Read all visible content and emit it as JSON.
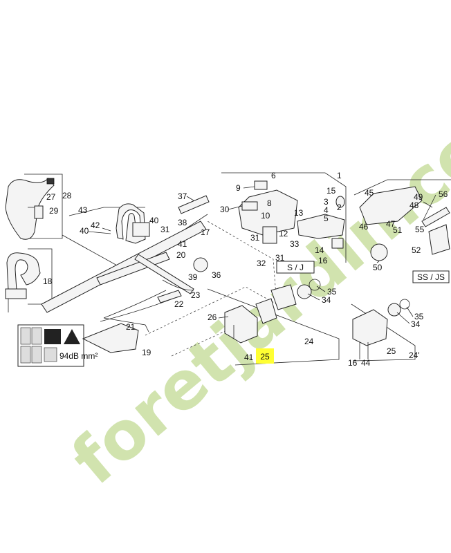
{
  "watermark": {
    "text": "foretjardin.com",
    "color": "#c9dfa0"
  },
  "highlight": {
    "label": "25",
    "color": "#ffff33"
  },
  "group_labels": {
    "sj": "S / J",
    "ssjs": "SS / JS"
  },
  "labels": {
    "l1": "1",
    "l2": "2",
    "l3": "3",
    "l4": "4",
    "l5": "5",
    "l6": "6",
    "l8": "8",
    "l9": "9",
    "l10": "10",
    "l12": "12",
    "l13": "13",
    "l14": "14",
    "l15": "15",
    "l16": "16",
    "l16b": "16",
    "l17": "17",
    "l18": "18",
    "l19": "19",
    "l20": "20",
    "l21": "21",
    "l22": "22",
    "l23": "23",
    "l24": "24",
    "l24p": "24'",
    "l25b": "25",
    "l26": "26",
    "l27": "27",
    "l28": "28",
    "l29": "29",
    "l30": "30",
    "l31a": "31",
    "l31b": "31",
    "l31c": "31",
    "l32": "32",
    "l33": "33",
    "l34": "34",
    "l34b": "34",
    "l35": "35",
    "l35b": "35",
    "l36": "36",
    "l37": "37",
    "l38": "38",
    "l39": "39",
    "l40": "40",
    "l40b": "40",
    "l41": "41",
    "l41b": "41",
    "l42": "42",
    "l43": "43",
    "l44": "44",
    "l45": "45",
    "l46": "46",
    "l47": "47",
    "l48": "48",
    "l49": "49",
    "l50": "50",
    "l51": "51",
    "l52": "52",
    "l55": "55",
    "l56": "56"
  },
  "decal_text": "94dB mm²"
}
